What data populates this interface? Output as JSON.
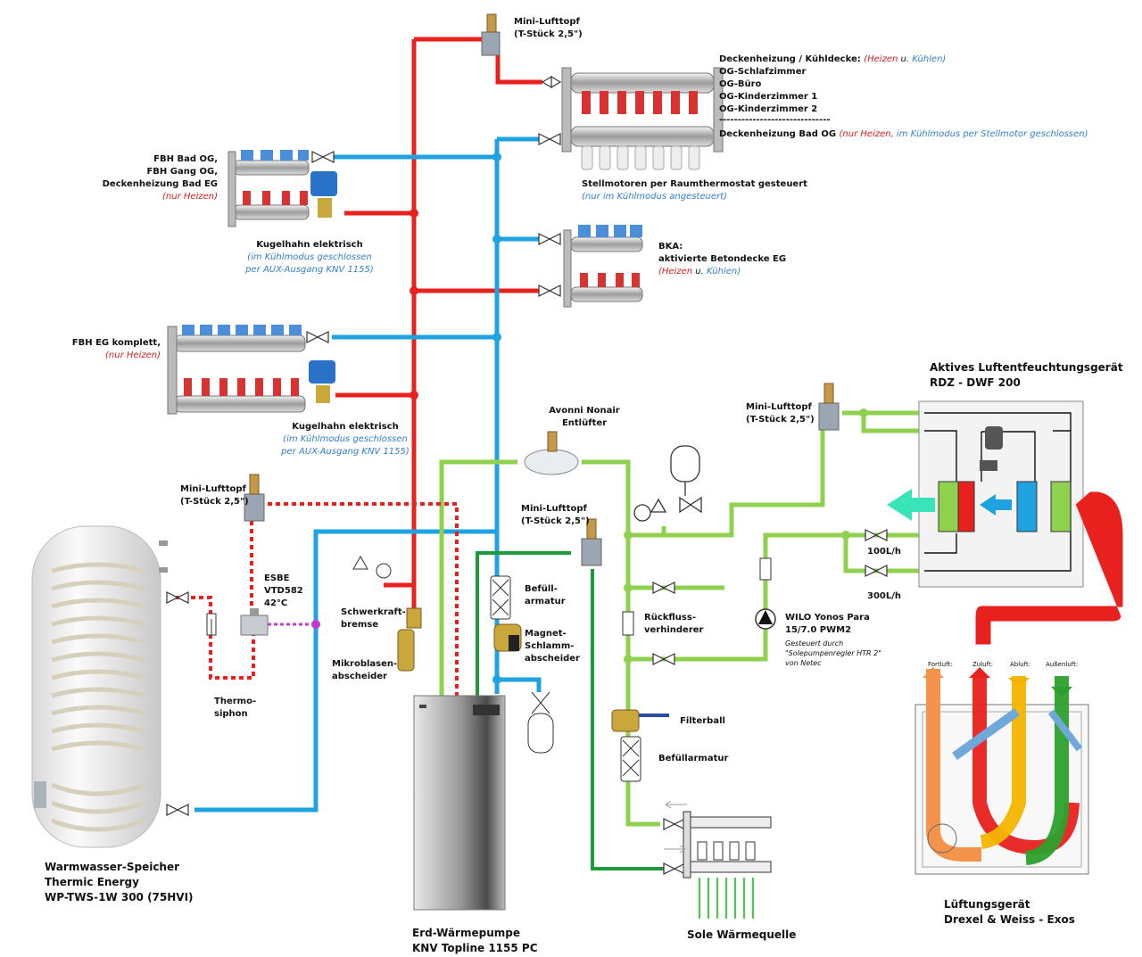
{
  "colors": {
    "hot": "#e8201e",
    "cold": "#1fa2e0",
    "brine": "#8fd14f",
    "brine_dark": "#1c9a3c",
    "thermosiphon": "#e8201e",
    "aux": "#c43ad0",
    "air_exhaust": "#f4944a",
    "air_supply": "#e8201e",
    "air_extract": "#f4b400",
    "air_outdoor": "#2ca02c"
  },
  "labels": {
    "mini_top": [
      "Mini-Lufttopf",
      "(T-Stück 2,5\")"
    ],
    "decke": {
      "title": "Deckenheizung / Kühldecke: ",
      "heizen": "(Heizen",
      "u": " u. ",
      "kuehlen": "Kühlen)",
      "rooms": [
        "OG-Schlafzimmer",
        "OG-Büro",
        "OG-Kinderzimmer 1",
        "OG-Kinderzimmer 2",
        "------------------------------"
      ],
      "bad_title": "Deckenheizung Bad OG ",
      "bad_note_red": "(nur Heizen, ",
      "bad_note_blue": "im Kühlmodus per Stellmotor geschlossen)"
    },
    "stellmotoren": "Stellmotoren per Raumthermostat gesteuert",
    "stellmotoren_note": "(nur im Kühlmodus angesteuert)",
    "fbh_og": [
      "FBH Bad OG,",
      "FBH Gang OG,",
      "Deckenheizung Bad EG"
    ],
    "nur_heizen": "(nur Heizen)",
    "kugelhahn1": "Kugelhahn elektrisch",
    "kugelhahn1_note": [
      "(im Kühlmodus geschlossen",
      "per AUX-Ausgang KNV 1155)"
    ],
    "bka": [
      "BKA:",
      "aktivierte Betondecke EG"
    ],
    "bka_heizen": "(Heizen",
    "bka_u": " u. ",
    "bka_kuehlen": "Kühlen)",
    "fbh_eg": "FBH EG komplett,",
    "fbh_eg_note": "(nur Heizen)",
    "kugelhahn2": "Kugelhahn elektrisch",
    "kugelhahn2_note": [
      "(im Kühlmodus geschlossen",
      "per AUX-Ausgang KNV 1155)"
    ],
    "avonni": [
      "Avonni Nonair",
      "Entlüfter"
    ],
    "mini_rdz": [
      "Mini-Lufttopf",
      "(T-Stück 2,5\")"
    ],
    "rdz_title": [
      "Aktives Luftentfeuchtungsgerät",
      "RDZ - DWF 200"
    ],
    "mini_left": [
      "Mini-Lufttopf",
      "(T-Stück 2,5\")"
    ],
    "mini_mid": [
      "Mini-Lufttopf",
      "(T-Stück 2,5\")"
    ],
    "esbe": [
      "ESBE",
      "VTD582",
      "42°C"
    ],
    "thermosiphon": [
      "Thermo-",
      "siphon"
    ],
    "schwerkraft": [
      "Schwerkraft-",
      "bremse"
    ],
    "mikroblasen": [
      "Mikroblasen-",
      "abscheider"
    ],
    "befuell1": [
      "Befüll-",
      "armatur"
    ],
    "magnet": [
      "Magnet-",
      "Schlamm-",
      "abscheider"
    ],
    "flow100": "100L/h",
    "flow300": "300L/h",
    "rueckfluss": [
      "Rückfluss-",
      "verhinderer"
    ],
    "wilo": [
      "WILO Yonos Para",
      "15/7.0 PWM2"
    ],
    "wilo_note": [
      "Gesteuert durch",
      "\"Solepumpenregler HTR 2\"",
      "von Netec"
    ],
    "filterball": "Filterball",
    "befuell2": "Befüllarmatur",
    "speicher": [
      "Warmwasser-Speicher",
      "Thermic Energy",
      "WP-TWS-1W 300 (75HVI)"
    ],
    "waermepumpe": [
      "Erd-Wärmepumpe",
      "KNV Topline 1155 PC"
    ],
    "sole": "Sole Wärmequelle",
    "lueftung": [
      "Lüftungsgerät",
      "Drexel & Weiss - Exos"
    ],
    "vent_cols": [
      "Fortluft:",
      "Zuluft:",
      "Abluft:",
      "Außenluft:"
    ]
  }
}
